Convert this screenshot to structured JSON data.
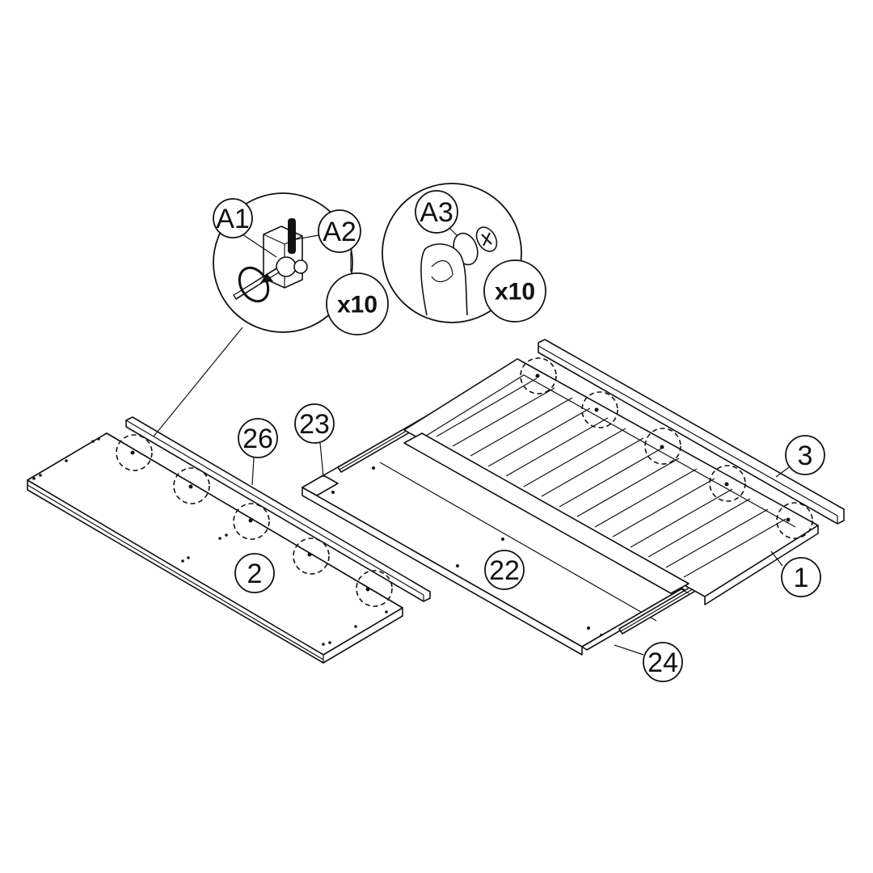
{
  "diagram": {
    "type": "assembly-instruction",
    "background": "#ffffff",
    "line_color": "#111111"
  },
  "callouts": {
    "detail_cam": {
      "parts": [
        "A1",
        "A2"
      ],
      "quantity": "x10",
      "description": "Cam lock A1 turned with screwdriver into bolt A2"
    },
    "detail_cap": {
      "parts": [
        "A3"
      ],
      "quantity": "x10",
      "description": "Cover cap A3 pressed over cam lock by thumb"
    }
  },
  "parts": {
    "left_panel": "2",
    "left_rail": "26",
    "right_end_left": "23",
    "right_center_panel": "22",
    "right_slatted_panel": "1",
    "right_rail": "3",
    "right_end_bottom": "24"
  },
  "labels": {
    "a1": "A1",
    "a2": "A2",
    "a3": "A3",
    "qty1": "x10",
    "qty2": "x10",
    "p2": "2",
    "p26": "26",
    "p23": "23",
    "p22": "22",
    "p1": "1",
    "p3": "3",
    "p24": "24"
  }
}
